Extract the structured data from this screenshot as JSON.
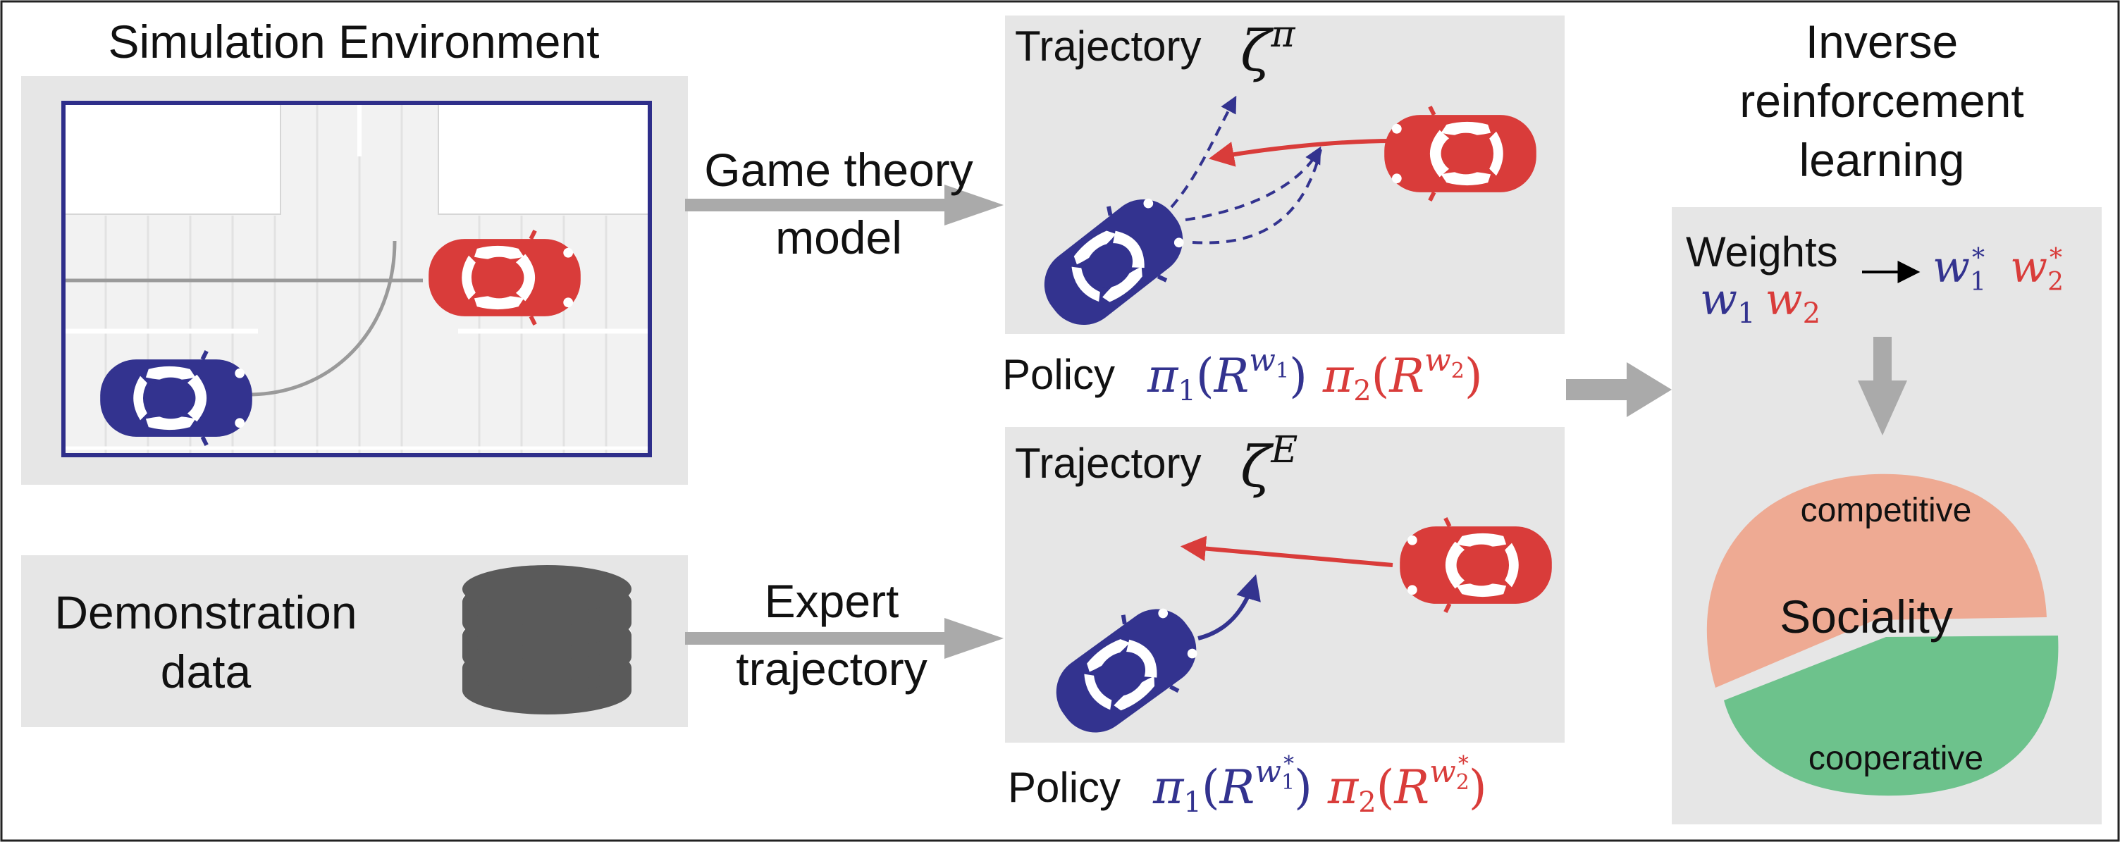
{
  "colors": {
    "blue": "#33338f",
    "red": "#d93c3a",
    "panel_gray": "#e6e6e6",
    "arrow_gray": "#aaaaaa",
    "competitive": "#eeaa93",
    "cooperative": "#6dc28c"
  },
  "simulation": {
    "title": "Simulation Environment"
  },
  "demonstration": {
    "line1": "Demonstration",
    "line2": "data"
  },
  "flow": {
    "game_theory_line1": "Game theory",
    "game_theory_line2": "model",
    "expert_line1": "Expert",
    "expert_line2": "trajectory"
  },
  "trajectory_top": {
    "label": "Trajectory",
    "symbol": "ζ",
    "superscript": "π"
  },
  "trajectory_bottom": {
    "label": "Trajectory",
    "symbol": "ζ",
    "superscript": "E"
  },
  "policy_top": {
    "label": "Policy",
    "pi1": "π",
    "pi1_sub": "1",
    "R1": "R",
    "w1": "w",
    "w1_sub": "1",
    "star1": "",
    "pi2": "π",
    "pi2_sub": "2",
    "R2": "R",
    "w2": "w",
    "w2_sub": "2",
    "star2": "",
    "open": "(",
    "close": ")"
  },
  "policy_bottom": {
    "label": "Policy",
    "pi1": "π",
    "pi1_sub": "1",
    "R1": "R",
    "w1": "w",
    "w1_sub": "1",
    "star1": "*",
    "pi2": "π",
    "pi2_sub": "2",
    "R2": "R",
    "w2": "w",
    "w2_sub": "2",
    "star2": "*",
    "open": "(",
    "close": ")"
  },
  "irl": {
    "title_line1": "Inverse",
    "title_line2": "reinforcement",
    "title_line3": "learning",
    "weights_label": "Weights",
    "w": "w",
    "sub1": "1",
    "sub2": "2",
    "star": "*"
  },
  "sociality": {
    "label": "Sociality",
    "competitive": "competitive",
    "cooperative": "cooperative"
  },
  "icons": {
    "database": "database-icon",
    "car_blue": "car-top-view-icon",
    "car_red": "car-top-view-icon"
  }
}
